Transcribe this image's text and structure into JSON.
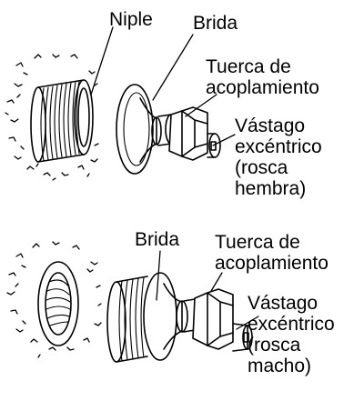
{
  "colors": {
    "ink": "#000000",
    "background": "#ffffff"
  },
  "top": {
    "niple": "Niple",
    "brida": "Brida",
    "tuerca": "Tuerca de\nacoplamiento",
    "vastago": "Vástago\nexcéntrico\n(rosca\nhembra)"
  },
  "bottom": {
    "brida": "Brida",
    "tuerca": "Tuerca de\nacoplamiento",
    "vastago": "Vástago\nexcéntrico\n(rosca\nmacho)"
  }
}
